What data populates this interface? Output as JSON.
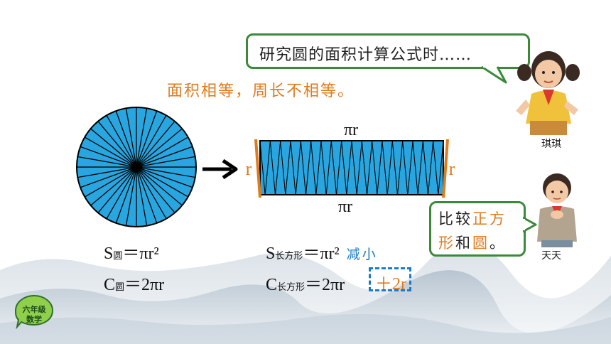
{
  "bubble_top": {
    "text": "研究圆的面积计算公式时……"
  },
  "headline": "面积相等，周长不相等。",
  "bubble_right": {
    "p1": "比较",
    "p2": "正方",
    "p3": "形",
    "p4": "和",
    "p5": "圆",
    "p6": "。"
  },
  "names": {
    "girl": "琪琪",
    "boy": "天天"
  },
  "diagram": {
    "top_label": "πr",
    "bottom_label": "πr",
    "left_label": "r",
    "right_label": "r",
    "sectors": 36
  },
  "formulas": {
    "s_circle": {
      "lhs": "S",
      "sub": "圆",
      "rhs": "＝πr²"
    },
    "c_circle": {
      "lhs": "C",
      "sub": "圆",
      "rhs": "＝2πr"
    },
    "s_rect": {
      "lhs": "S",
      "sub": "长方形",
      "rhs": "＝πr²",
      "note": "减小"
    },
    "c_rect": {
      "lhs": "C",
      "sub": "长方形",
      "rhs": "＝2πr",
      "plus": "＋2r"
    }
  },
  "badge": {
    "line1": "六年级",
    "line2": "数学"
  },
  "colors": {
    "fill_blue": "#29a6e0",
    "accent_orange": "#e07a1c",
    "note_blue": "#1c7bc6",
    "bubble_border": "#3a8a3a"
  }
}
